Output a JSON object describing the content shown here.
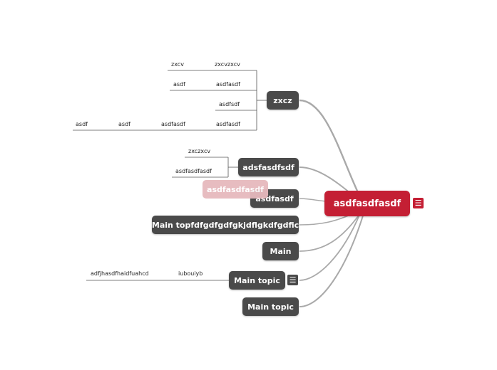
{
  "colors": {
    "central": "#c41f34",
    "topic": "#4a4a4a",
    "ghost": "#e6b9bd",
    "line": "#a9a9a9",
    "leaf_line": "#555555"
  },
  "central": {
    "label": "asdfasdfasdf",
    "menu_icon": "hamburger-icon"
  },
  "topics": [
    {
      "label": "zxcz"
    },
    {
      "label": "adsfasdfsdf"
    },
    {
      "label": "asdfasdf"
    },
    {
      "label": "Main topfdfgdfgdfgkjdflgkdfgdfic"
    },
    {
      "label": "Main"
    },
    {
      "label": "Main topic",
      "menu_icon": "hamburger-icon"
    },
    {
      "label": "Main topic"
    }
  ],
  "ghost": {
    "label": "asdfasdfasdf"
  },
  "leaves": {
    "zxcz": [
      [
        "zxcv",
        "zxcvzxcv"
      ],
      [
        "asdf",
        "asdfasdf"
      ],
      [
        "asdfsdf"
      ],
      [
        "asdf",
        "asdf",
        "asdfasdf",
        "asdfasdf"
      ]
    ],
    "adsfasdfsdf": [
      [
        "zxczxcv"
      ],
      [
        "asdfasdfasdf"
      ]
    ],
    "main_topic": [
      [
        "adfjhasdfhaidfuahcd",
        "iubouiyb"
      ]
    ]
  }
}
